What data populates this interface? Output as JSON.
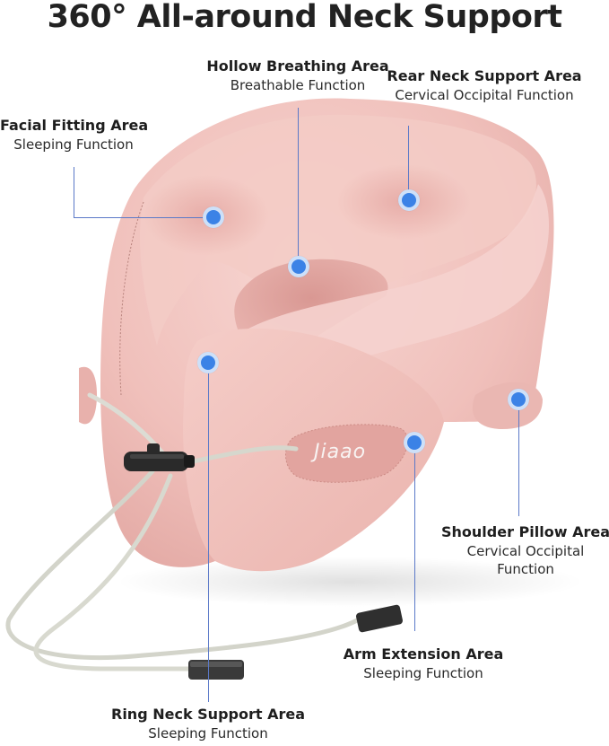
{
  "title": "360° All-around Neck Support",
  "brand_logo": "Jiaao",
  "colors": {
    "pillow": "#f2c3bf",
    "accent_dot": "#3b82e6",
    "leader_line": "#5b79c8"
  },
  "callouts": [
    {
      "id": "hollow-breathing",
      "heading": "Hollow Breathing Area",
      "subheading": "Breathable Function"
    },
    {
      "id": "rear-neck-support",
      "heading": "Rear Neck Support Area",
      "subheading": "Cervical Occipital Function"
    },
    {
      "id": "facial-fitting",
      "heading": "Facial Fitting Area",
      "subheading": "Sleeping Function"
    },
    {
      "id": "shoulder-pillow",
      "heading": "Shoulder Pillow Area",
      "subheading_line1": "Cervical Occipital",
      "subheading_line2": "Function"
    },
    {
      "id": "arm-extension",
      "heading": "Arm Extension Area",
      "subheading": "Sleeping Function"
    },
    {
      "id": "ring-neck-support",
      "heading": "Ring Neck Support Area",
      "subheading": "Sleeping Function"
    }
  ]
}
